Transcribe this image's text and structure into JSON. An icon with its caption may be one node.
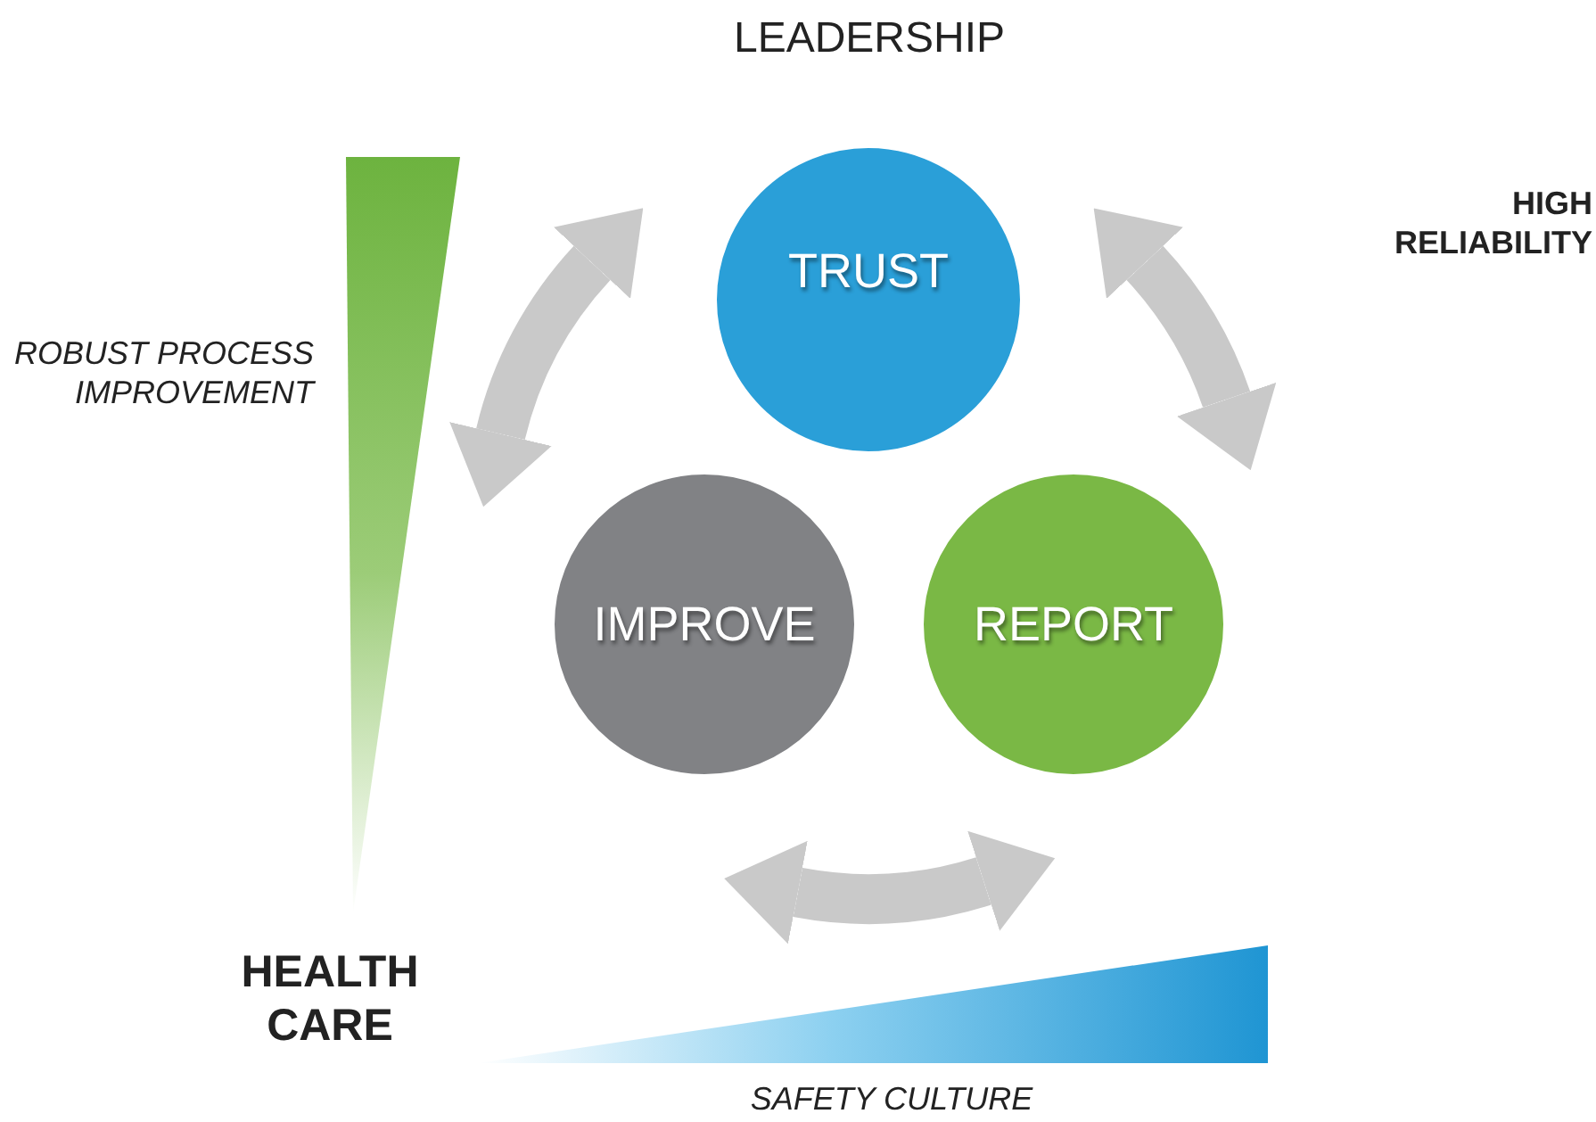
{
  "diagram": {
    "nodes": [
      {
        "text": [
          "TRUST"
        ]
      },
      {
        "text": [
          "IMPROVE"
        ]
      },
      {
        "text": [
          "REPORT"
        ]
      },
      {
        "text": [],
        "shape": "triangle"
      },
      {
        "text": [],
        "shape": "triangle"
      }
    ],
    "edges": [
      {
        "from": 0,
        "to": 1,
        "arrow": "both"
      },
      {
        "from": 0,
        "to": 2,
        "arrow": "both"
      },
      {
        "from": 1,
        "to": 2,
        "arrow": "both"
      }
    ],
    "labels": [
      "LEADERSHIP",
      "HIGH RELIABILITY",
      "ROBUST PROCESS IMPROVEMENT",
      "HEALTH CARE",
      "SAFETY CULTURE"
    ]
  }
}
